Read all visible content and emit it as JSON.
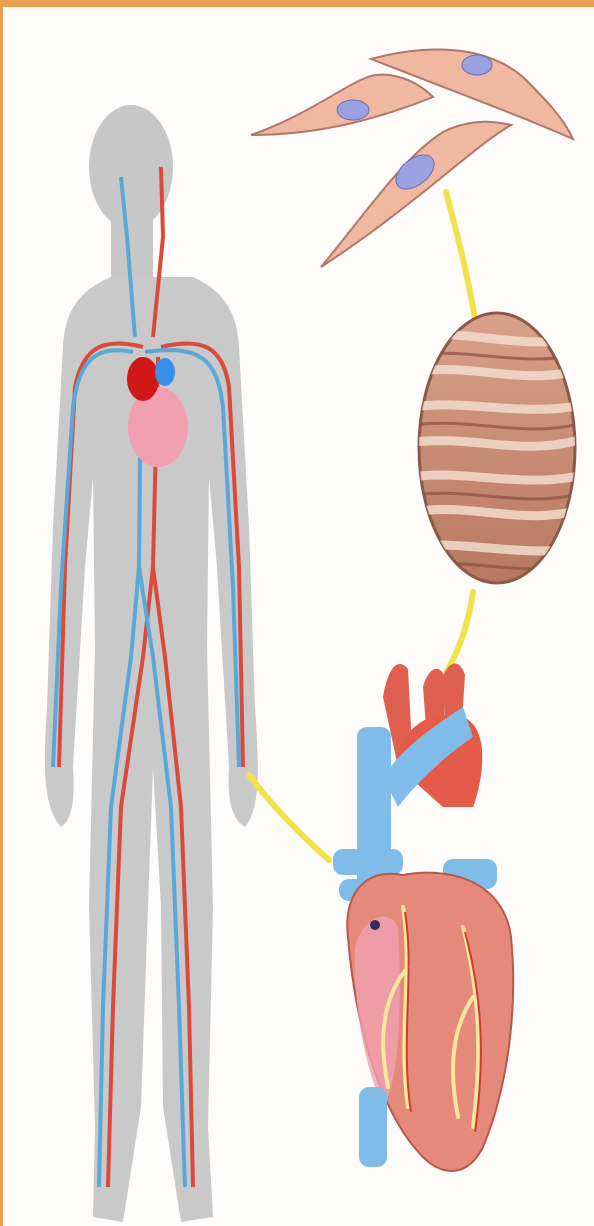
{
  "figure": {
    "frame_color": "#e8a050",
    "body_color": "#c8c8c8",
    "artery_color": "#d94a3a",
    "vein_color": "#5aa8d8",
    "connector_color": "#f2e24a",
    "cell_color": "#f0b8a0",
    "nucleus_color": "#9aa0e0",
    "tissue_color": "#c8846a",
    "panels": [
      {
        "id": "human-body",
        "icon": "human-body-with-circulatory-system"
      },
      {
        "id": "heart",
        "icon": "anatomical-heart"
      },
      {
        "id": "tissue",
        "icon": "cardiac-muscle-tissue-magnified"
      },
      {
        "id": "cells",
        "icon": "cardiac-muscle-cells"
      }
    ]
  }
}
